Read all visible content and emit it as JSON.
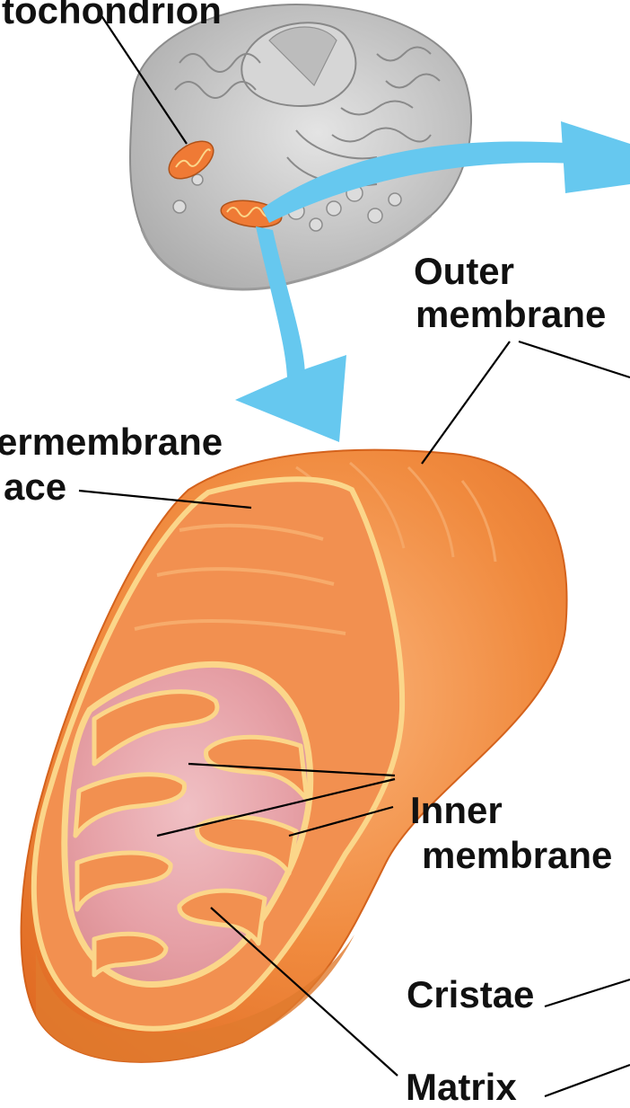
{
  "labels": {
    "mitochondrion": "tochondrion",
    "outer_membrane_line1": "Outer",
    "outer_membrane_line2": "membrane",
    "intermembrane_line1": "ermembrane",
    "intermembrane_line2": "ace",
    "inner_membrane_line1": "Inner",
    "inner_membrane_line2": "membrane",
    "cristae": "Cristae",
    "matrix": "Matrix"
  },
  "colors": {
    "arrow": "#66c8ef",
    "mito_body": "#f08a3e",
    "mito_light": "#f8b06a",
    "membrane": "#fbd68a",
    "matrix": "#e9a2a8",
    "cell": "#c9c9c9"
  }
}
